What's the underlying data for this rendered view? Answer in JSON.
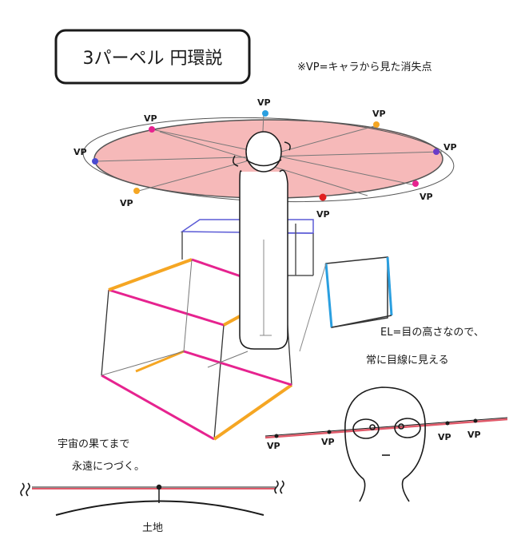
{
  "title": "3パーペル 円環説",
  "vp_note": "※VP=キャラから見た消失点",
  "el_note_line1": "EL=目の高さなので、",
  "el_note_line2": "常に目線に見える",
  "universe_line1": "宇宙の果てまで",
  "universe_line2": "永遠につづく。",
  "ground_label": "土地",
  "vp_label": "VP",
  "colors": {
    "ring_fill": "#f6b9b9",
    "ring_stroke": "#555555",
    "magenta": "#e6238f",
    "orange": "#f5a623",
    "blue_box": "#5b5bd6",
    "cyan_edge": "#2a9fe0",
    "red_dot": "#e02020",
    "purple_dot": "#6a3cc8",
    "horizon_line": "#e05a6a",
    "ink": "#1a1a1a"
  },
  "vp_points": [
    {
      "key": "top",
      "color": "#2a9fe0"
    },
    {
      "key": "top-left",
      "color": "#e6238f"
    },
    {
      "key": "top-right",
      "color": "#f5a623"
    },
    {
      "key": "left",
      "color": "#4a4ad0"
    },
    {
      "key": "right",
      "color": "#6a3cc8"
    },
    {
      "key": "bottom-left",
      "color": "#f5a623"
    },
    {
      "key": "bottom-center",
      "color": "#2a9fe0"
    },
    {
      "key": "bottom-red",
      "color": "#e02020"
    },
    {
      "key": "bottom-right",
      "color": "#e6238f"
    }
  ]
}
